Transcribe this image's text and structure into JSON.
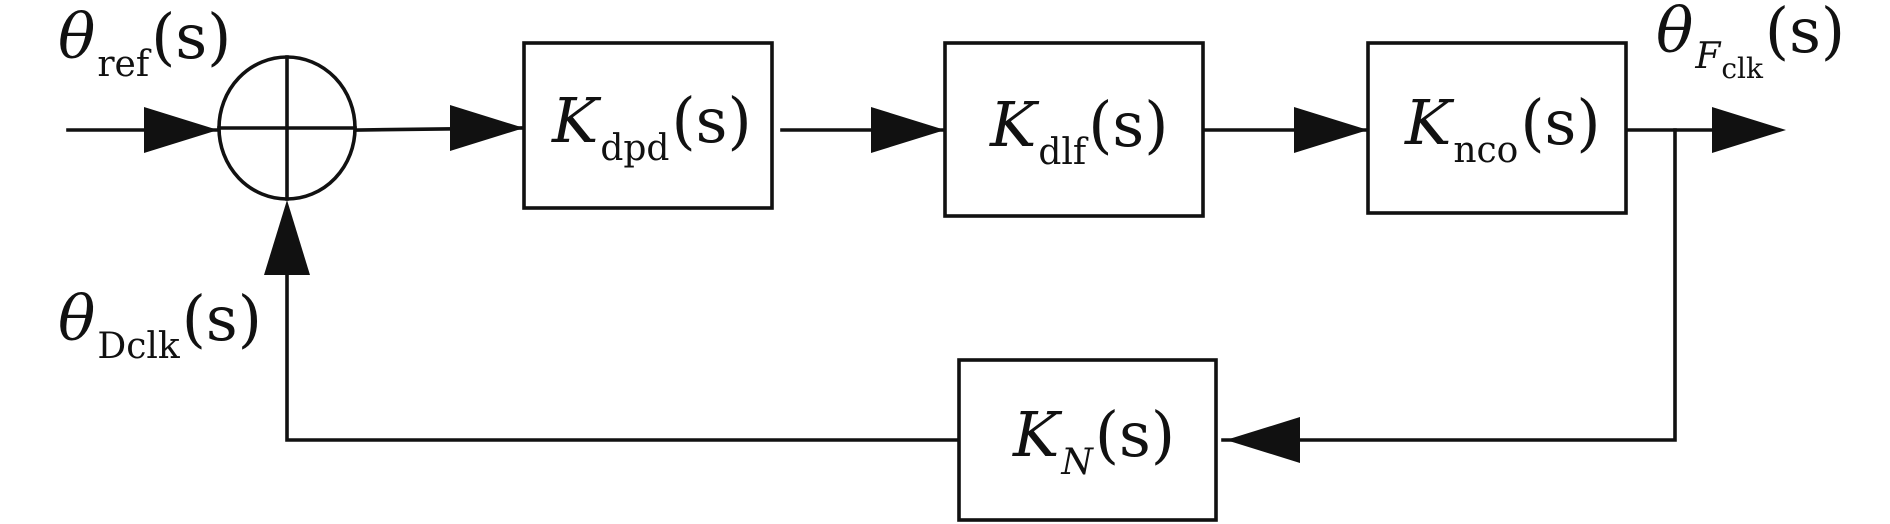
{
  "signals": {
    "ref": {
      "symbol": "θ",
      "sub": "ref",
      "arg": "(s)"
    },
    "output": {
      "symbol": "θ",
      "sub": "F",
      "subsub": "clk",
      "arg": "(s)"
    },
    "feedback": {
      "symbol": "θ",
      "sub": "Dclk",
      "arg": "(s)"
    }
  },
  "blocks": {
    "dpd": {
      "symbol": "K",
      "sub": "dpd",
      "arg": "(s)"
    },
    "dlf": {
      "symbol": "K",
      "sub": "dlf",
      "arg": "(s)"
    },
    "nco": {
      "symbol": "K",
      "sub": "nco",
      "arg": "(s)"
    },
    "n": {
      "symbol": "K",
      "sub": "N",
      "arg": "(s)"
    }
  },
  "colors": {
    "ink": "#111111",
    "background": "#ffffff"
  }
}
